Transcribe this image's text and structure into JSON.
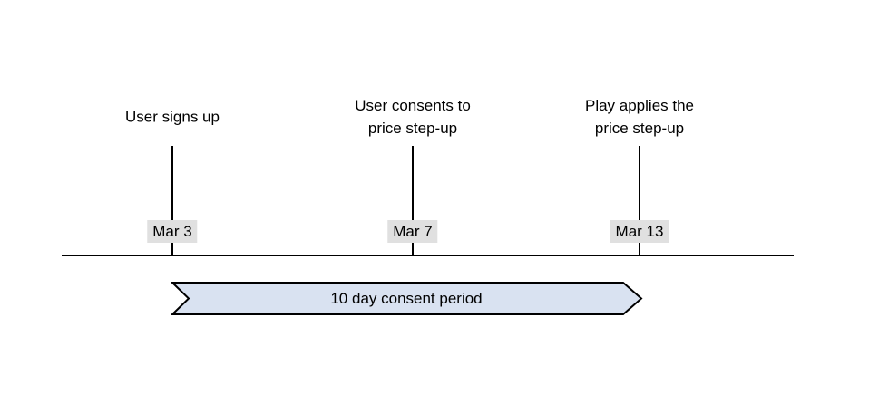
{
  "diagram": {
    "type": "timeline",
    "events": [
      {
        "label": "User signs up",
        "date": "Mar 3"
      },
      {
        "label": "User consents to\nprice step-up",
        "date": "Mar 7"
      },
      {
        "label": "Play applies the\nprice step-up",
        "date": "Mar 13"
      }
    ],
    "period": {
      "label": "10 day consent period",
      "from": "Mar 3",
      "to": "Mar 13"
    },
    "colors": {
      "arrow_fill": "#d9e2f1",
      "arrow_stroke": "#000000",
      "date_badge_bg": "#e0e0e0",
      "line": "#000000",
      "text": "#000000",
      "background": "#ffffff"
    }
  }
}
